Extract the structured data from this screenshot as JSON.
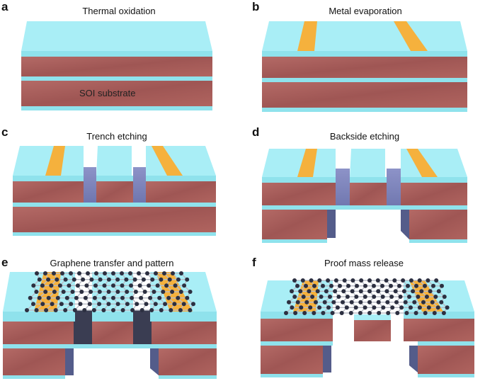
{
  "colors": {
    "oxide_top": "#a9eef6",
    "oxide_front": "#8fe2ec",
    "oxide_side": "#79d3dd",
    "silicon_front": "#a95e5c",
    "silicon_side": "#8d4846",
    "metal": "#f5b13d",
    "trench": "#7f86bd",
    "graphene_atom": "#2c2f40",
    "graphene_bond": "#b9bcc6"
  },
  "panels": [
    {
      "letter": "a",
      "title": "Thermal oxidation",
      "label": "SOI substrate"
    },
    {
      "letter": "b",
      "title": "Metal evaporation"
    },
    {
      "letter": "c",
      "title": "Trench etching"
    },
    {
      "letter": "d",
      "title": "Backside etching"
    },
    {
      "letter": "e",
      "title": "Graphene transfer and pattern"
    },
    {
      "letter": "f",
      "title": "Proof mass release"
    }
  ]
}
